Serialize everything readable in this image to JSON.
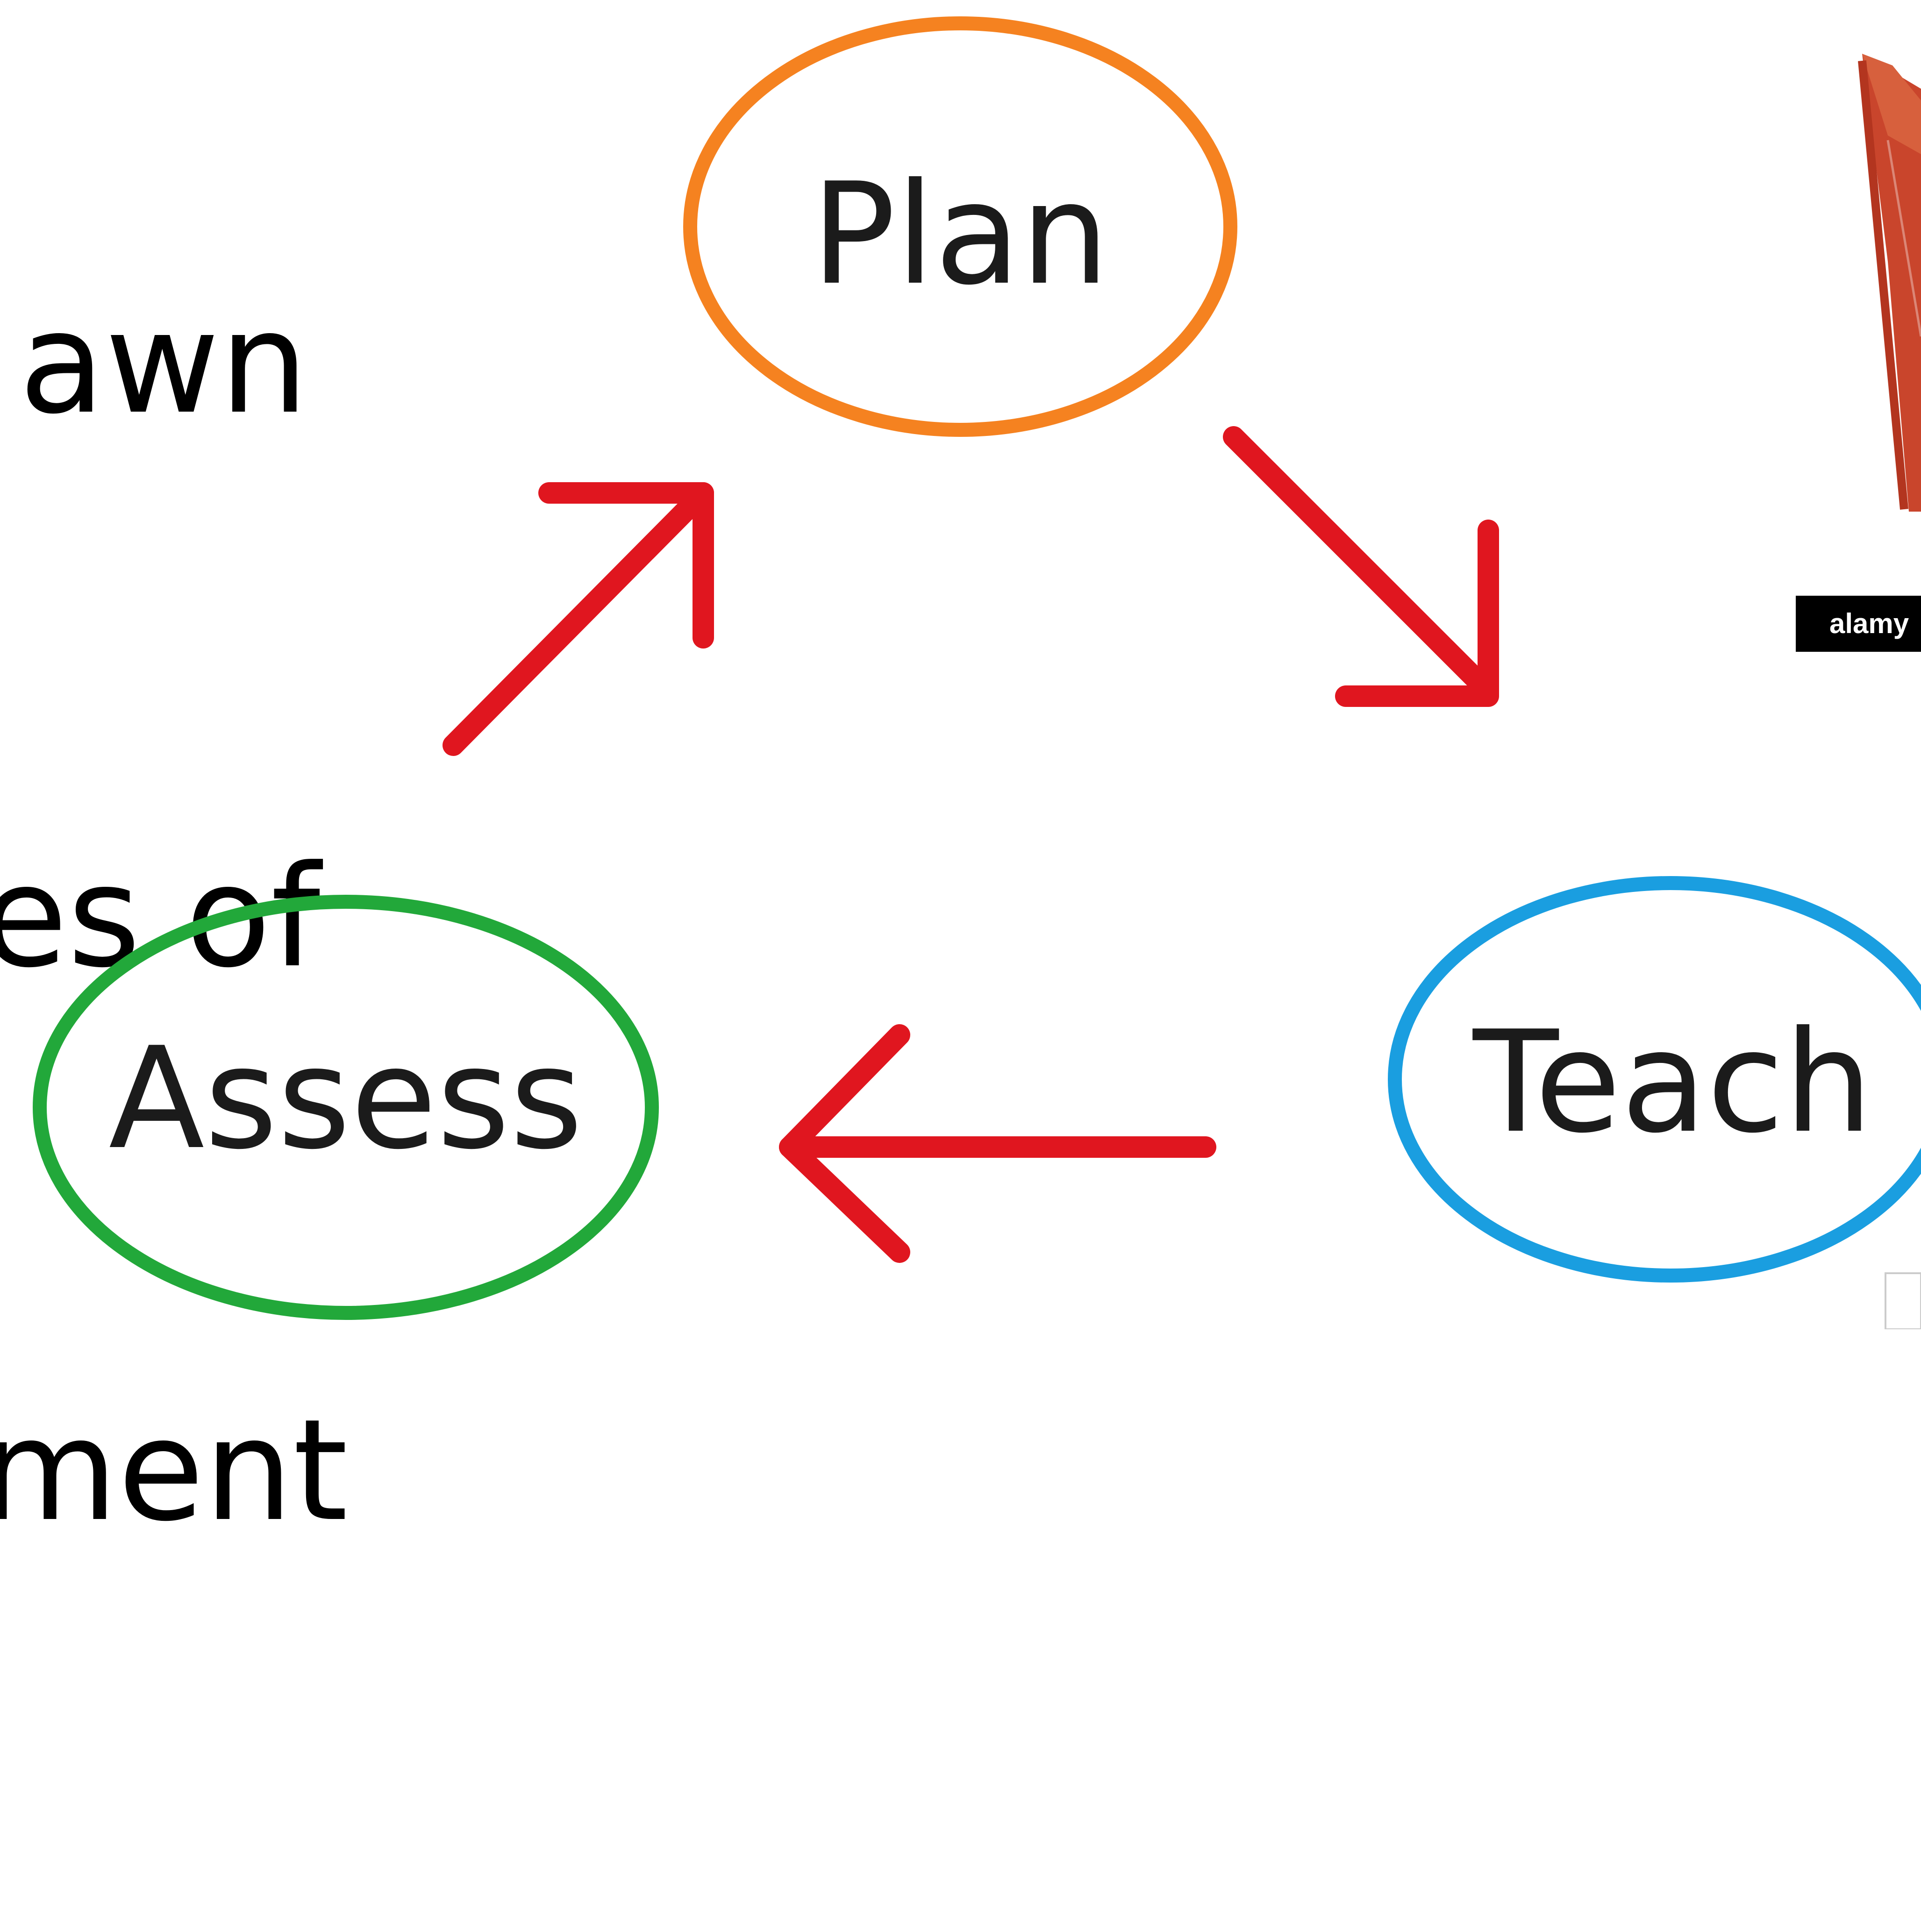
{
  "slide_text": {
    "lines": [
      "awn",
      "es of",
      "ment"
    ]
  },
  "cycle": {
    "nodes": [
      {
        "label": "Plan",
        "color": "#f58220"
      },
      {
        "label": "Teach",
        "color": "#1a9ee0"
      },
      {
        "label": "Assess",
        "color": "#22a83a"
      }
    ],
    "arrow_color": "#e0161f"
  },
  "watermark": {
    "badge_text": "alamy",
    "photo_color": "#c9452c"
  }
}
